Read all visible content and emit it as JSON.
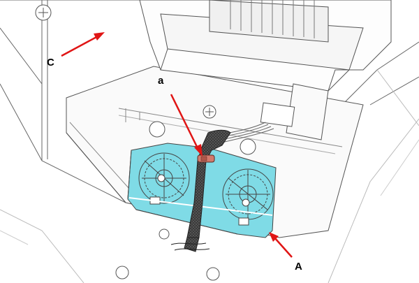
{
  "labels": {
    "callout_a": "a",
    "callout_A": "A",
    "callout_C": "C"
  },
  "colors": {
    "bracket": "#7fdbe6",
    "cable_tie": "#d27a6c",
    "strap": "#3a3a3a",
    "arrow": "#e01515",
    "line": "#555555",
    "panel": "#ffffff"
  },
  "icons": [
    "screw-icon"
  ]
}
